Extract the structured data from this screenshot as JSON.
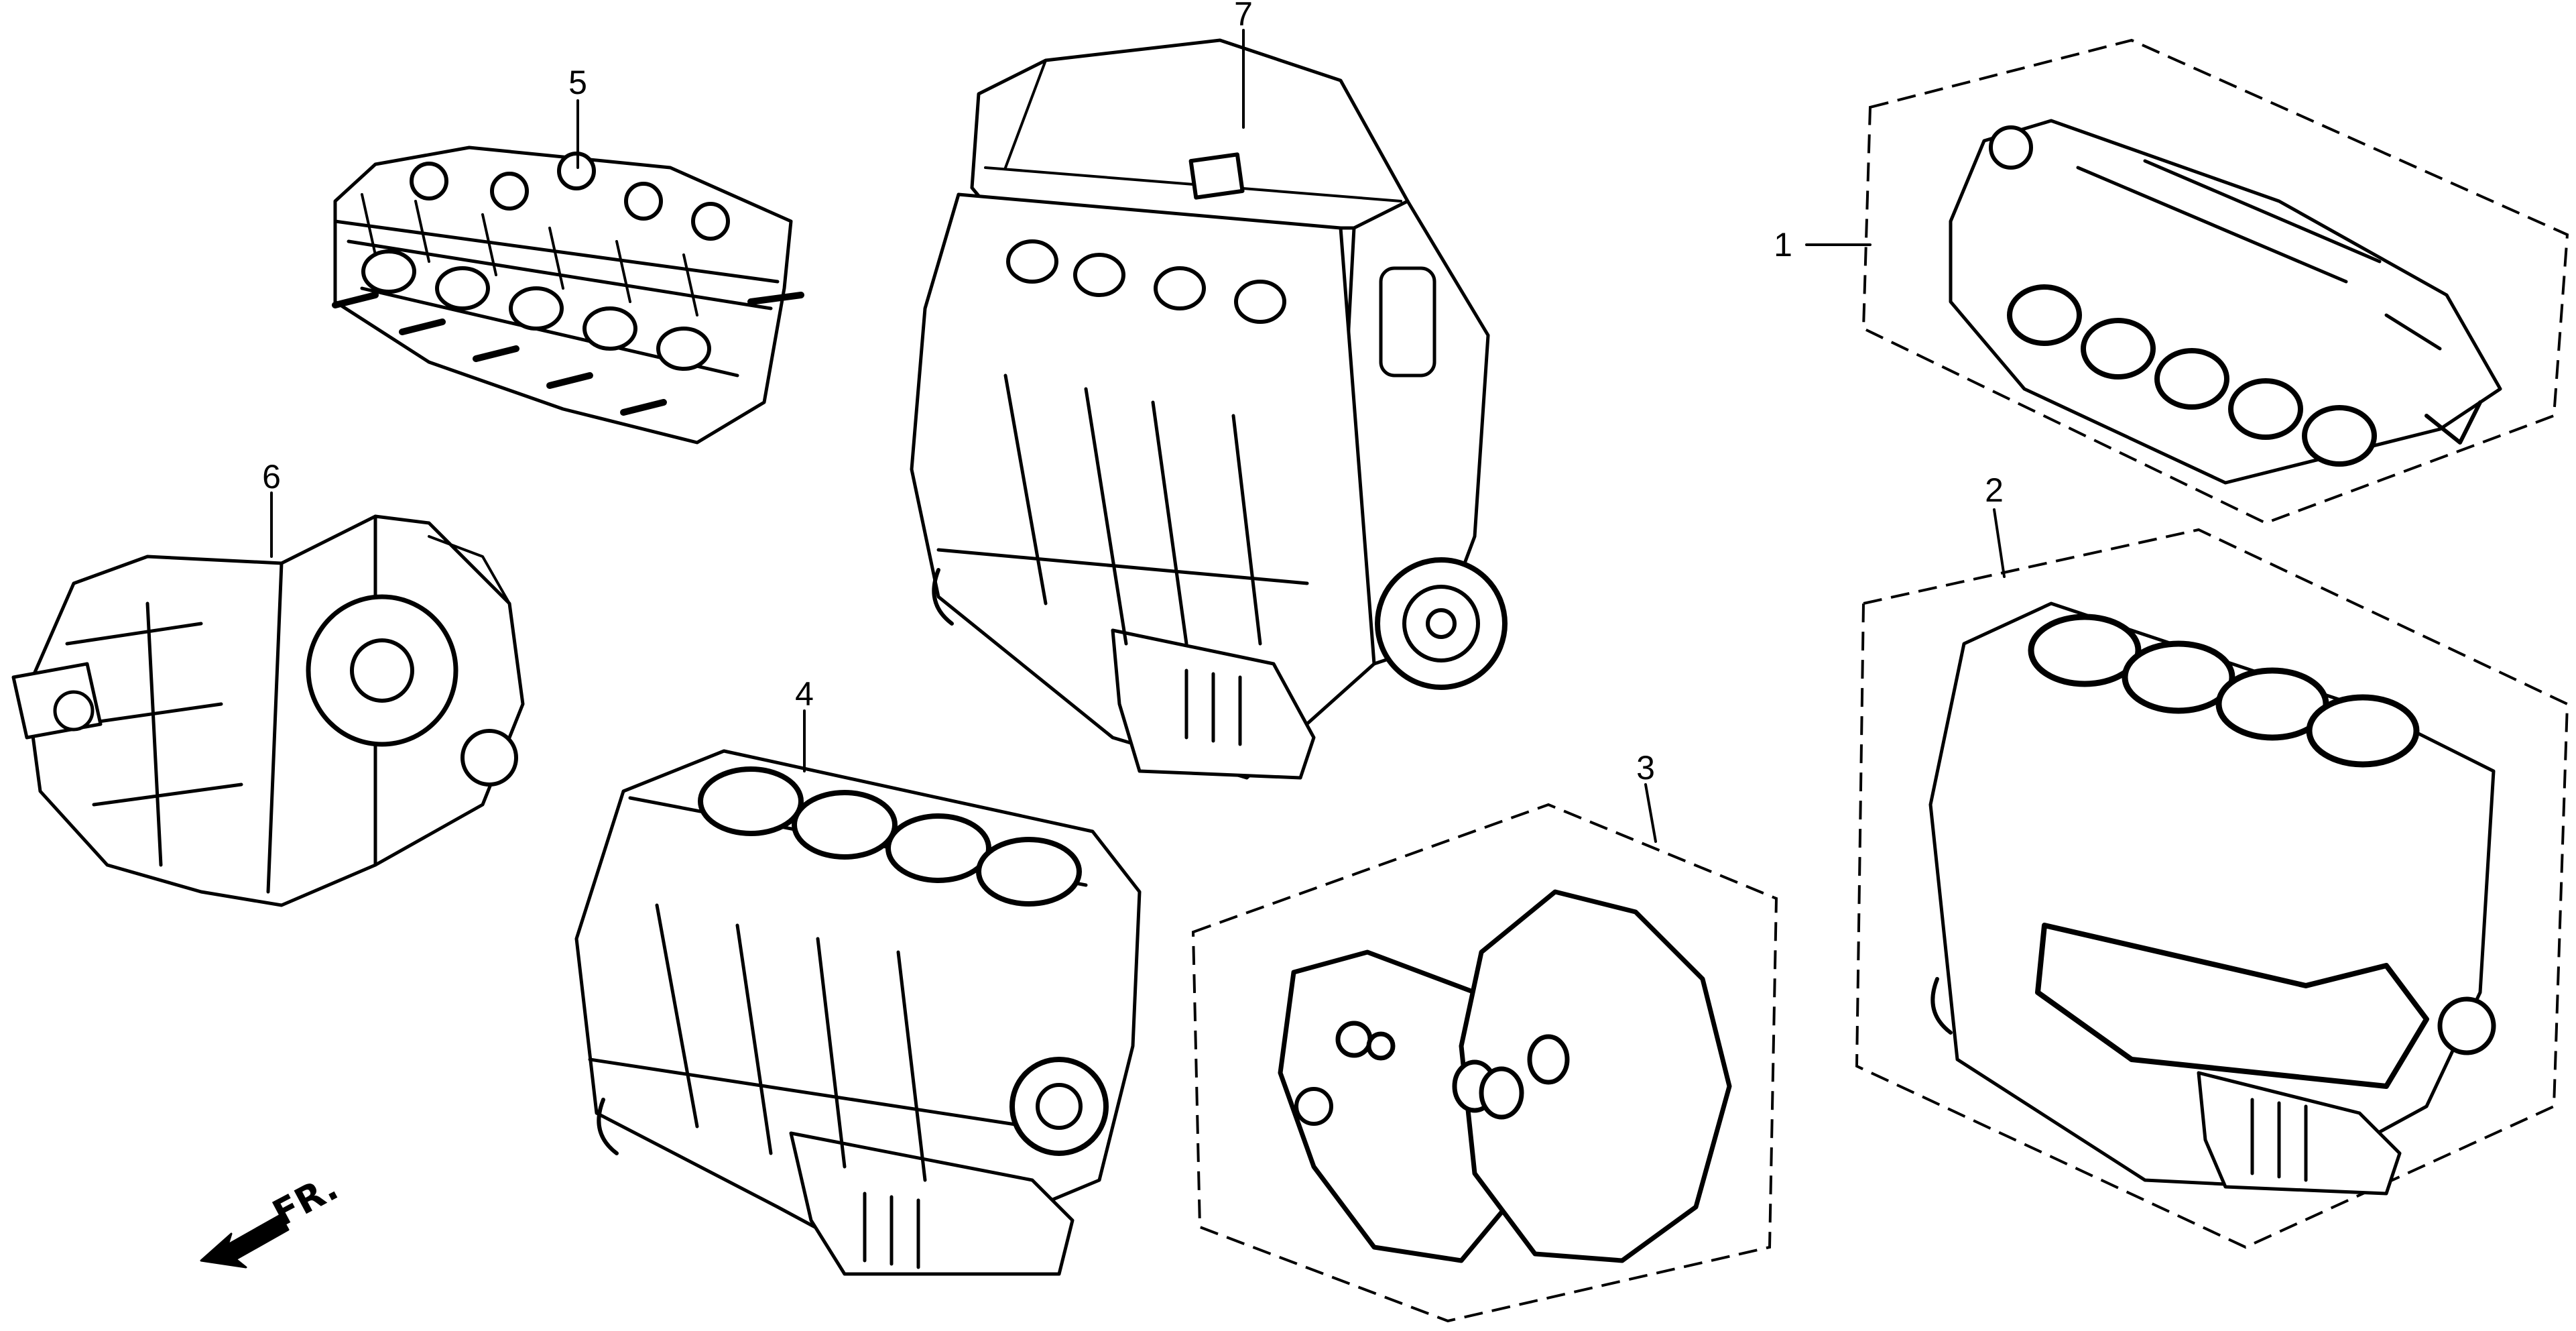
{
  "callouts": [
    {
      "id": "1",
      "label": "1",
      "part": "gasket-kit-cylinder-head"
    },
    {
      "id": "2",
      "label": "2",
      "part": "gasket-kit-cylinder-block"
    },
    {
      "id": "3",
      "label": "3",
      "part": "gasket-kit-transmission"
    },
    {
      "id": "4",
      "label": "4",
      "part": "engine-block-assembly"
    },
    {
      "id": "5",
      "label": "5",
      "part": "cylinder-head-assembly"
    },
    {
      "id": "6",
      "label": "6",
      "part": "transmission-assembly"
    },
    {
      "id": "7",
      "label": "7",
      "part": "engine-assembly"
    }
  ],
  "direction_indicator": {
    "label": "FR.",
    "icon": "front-arrow-icon"
  },
  "colors": {
    "ink": "#000000",
    "paper": "#ffffff"
  }
}
